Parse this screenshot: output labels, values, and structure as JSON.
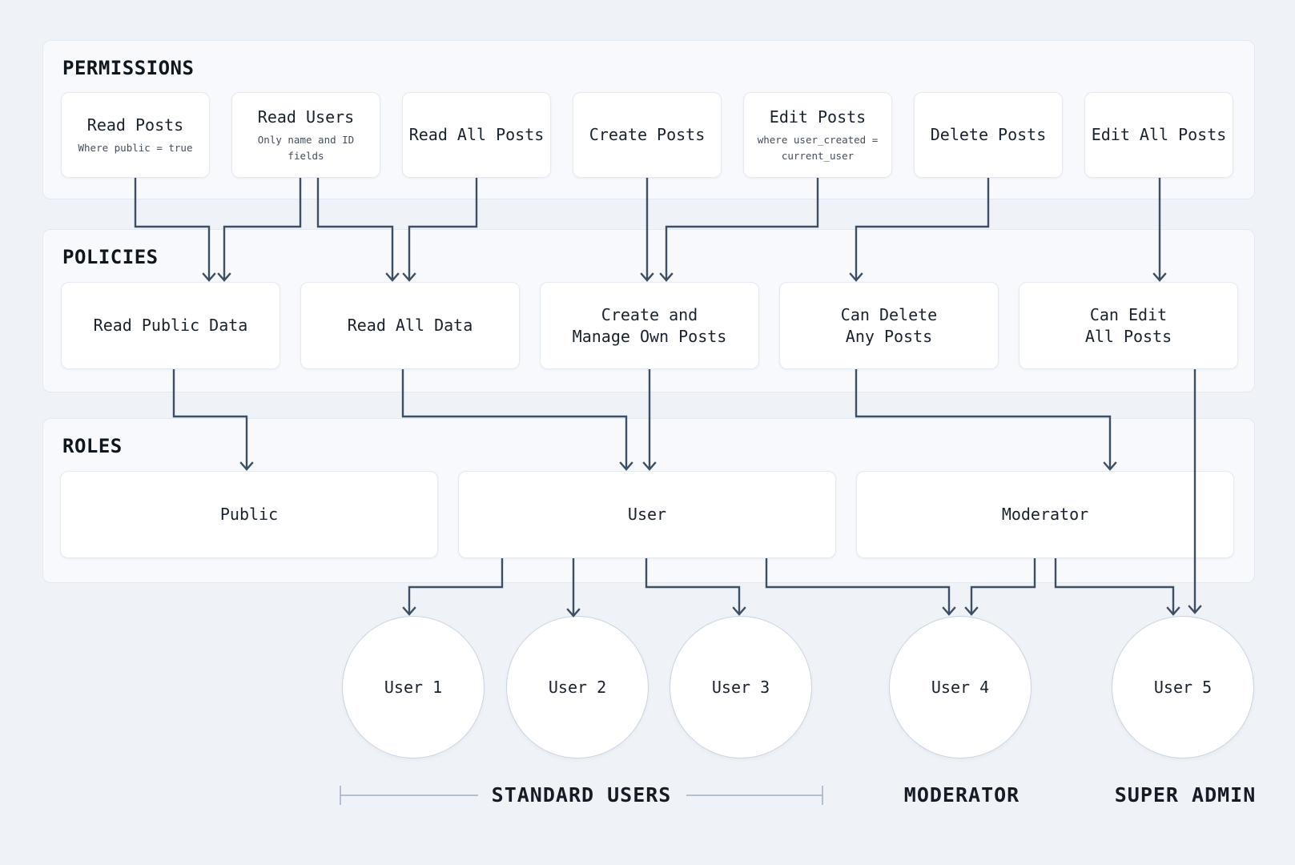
{
  "colors": {
    "page_background": "#eff3f8",
    "section_background": "#f7f9fc",
    "section_border": "#e3e9f2",
    "box_background": "#ffffff",
    "box_border": "#e5e9f0",
    "circle_border": "#c9d4e2",
    "arrow": "#3c4f65",
    "bracket": "#9db0c6",
    "text": "#1a222e"
  },
  "sections": {
    "permissions": {
      "title": "PERMISSIONS",
      "boxes": [
        {
          "label": "Read Posts",
          "sub": "Where public = true"
        },
        {
          "label": "Read Users",
          "sub": "Only name and ID fields"
        },
        {
          "label": "Read All Posts",
          "sub": ""
        },
        {
          "label": "Create Posts",
          "sub": ""
        },
        {
          "label": "Edit Posts",
          "sub": "where user_created =\ncurrent_user"
        },
        {
          "label": "Delete Posts",
          "sub": ""
        },
        {
          "label": "Edit All Posts",
          "sub": ""
        }
      ]
    },
    "policies": {
      "title": "POLICIES",
      "boxes": [
        {
          "label": "Read Public Data"
        },
        {
          "label": "Read All Data"
        },
        {
          "label": "Create and\nManage Own Posts"
        },
        {
          "label": "Can Delete\nAny Posts"
        },
        {
          "label": "Can Edit\nAll Posts"
        }
      ]
    },
    "roles": {
      "title": "ROLES",
      "boxes": [
        {
          "label": "Public"
        },
        {
          "label": "User"
        },
        {
          "label": "Moderator"
        }
      ]
    }
  },
  "users": [
    {
      "label": "User 1"
    },
    {
      "label": "User 2"
    },
    {
      "label": "User 3"
    },
    {
      "label": "User 4"
    },
    {
      "label": "User 5"
    }
  ],
  "group_labels": {
    "standard_users": "STANDARD USERS",
    "moderator": "MODERATOR",
    "super_admin": "SUPER ADMIN"
  },
  "edges": [
    {
      "from": "Read Posts",
      "to": "Read Public Data"
    },
    {
      "from": "Read Users",
      "to": "Read Public Data"
    },
    {
      "from": "Read Users",
      "to": "Read All Data"
    },
    {
      "from": "Read All Posts",
      "to": "Read All Data"
    },
    {
      "from": "Create Posts",
      "to": "Create and Manage Own Posts"
    },
    {
      "from": "Edit Posts",
      "to": "Create and Manage Own Posts"
    },
    {
      "from": "Delete Posts",
      "to": "Can Delete Any Posts"
    },
    {
      "from": "Edit All Posts",
      "to": "Can Edit All Posts"
    },
    {
      "from": "Read Public Data",
      "to": "Public"
    },
    {
      "from": "Read All Data",
      "to": "User"
    },
    {
      "from": "Create and Manage Own Posts",
      "to": "User"
    },
    {
      "from": "Can Delete Any Posts",
      "to": "Moderator"
    },
    {
      "from": "Can Edit All Posts",
      "to": "User 5"
    },
    {
      "from": "User",
      "to": "User 1"
    },
    {
      "from": "User",
      "to": "User 2"
    },
    {
      "from": "User",
      "to": "User 3"
    },
    {
      "from": "User",
      "to": "User 4"
    },
    {
      "from": "Moderator",
      "to": "User 4"
    },
    {
      "from": "Moderator",
      "to": "User 5"
    }
  ]
}
